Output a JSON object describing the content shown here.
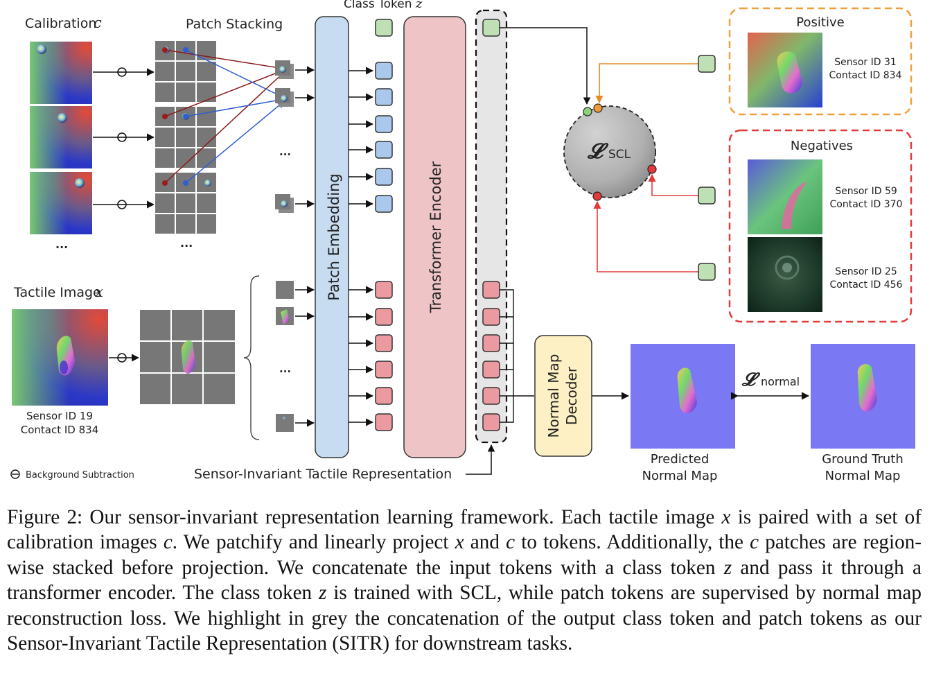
{
  "labels": {
    "calibration": "Calibration",
    "calibration_sym": "c",
    "patch_stacking": "Patch Stacking",
    "class_token": "Class Token",
    "class_token_sym": "z",
    "patch_embedding": "Patch Embedding",
    "transformer_encoder": "Transformer Encoder",
    "decoder_line1": "Normal Map",
    "decoder_line2": "Decoder",
    "tactile_image": "Tactile Image",
    "tactile_sym": "x",
    "tactile_sensor": "Sensor ID 19",
    "tactile_contact": "Contact ID 834",
    "background_subtraction": "Background Subtraction",
    "sitr": "Sensor-Invariant Tactile Representation",
    "predicted_line1": "Predicted",
    "predicted_line2": "Normal Map",
    "gt_line1": "Ground Truth",
    "gt_line2": "Normal Map",
    "ellipsis": "...",
    "positive": "Positive",
    "negatives": "Negatives",
    "pos_sensor": "Sensor ID 31",
    "pos_contact": "Contact ID 834",
    "neg1_sensor": "Sensor ID 59",
    "neg1_contact": "Contact ID 370",
    "neg2_sensor": "Sensor ID 25",
    "neg2_contact": "Contact ID 456",
    "loss_scl_sym": "𝓛",
    "loss_scl_sub": "SCL",
    "loss_normal_sym": "𝓛",
    "loss_normal_sub": "normal"
  },
  "colors": {
    "class_token": "#bfe0b5",
    "patch_token_calib": "#a9c8ec",
    "patch_token_tactile": "#eb9ba0",
    "patch_embedding": "#c7dcf1",
    "transformer": "#efc4c6",
    "decoder": "#fdf0c4",
    "positive_border": "#f0a03a",
    "negative_border": "#e23a3a",
    "normal_map_bg": "#7a78f2"
  },
  "caption": {
    "p1": "Figure 2: Our sensor-invariant representation learning framework. Each tactile image ",
    "x1": "x",
    "p2": " is paired with a set of calibration images ",
    "c1": "c",
    "p3": ". We patchify and linearly project ",
    "x2": "x",
    "p4": " and ",
    "c2": "c",
    "p5": " to tokens. Additionally, the ",
    "c3": "c",
    "p6": " patches are region-wise stacked before projection. We concatenate the input tokens with a class token ",
    "z1": "z",
    "p7": " and pass it through a transformer encoder. The class token ",
    "z2": "z",
    "p8": " is trained with SCL, while patch tokens are supervised by normal map reconstruction loss. We highlight in grey the concatenation of the output class token and patch tokens as our Sensor-Invariant Tactile Representation (SITR) for downstream tasks."
  }
}
